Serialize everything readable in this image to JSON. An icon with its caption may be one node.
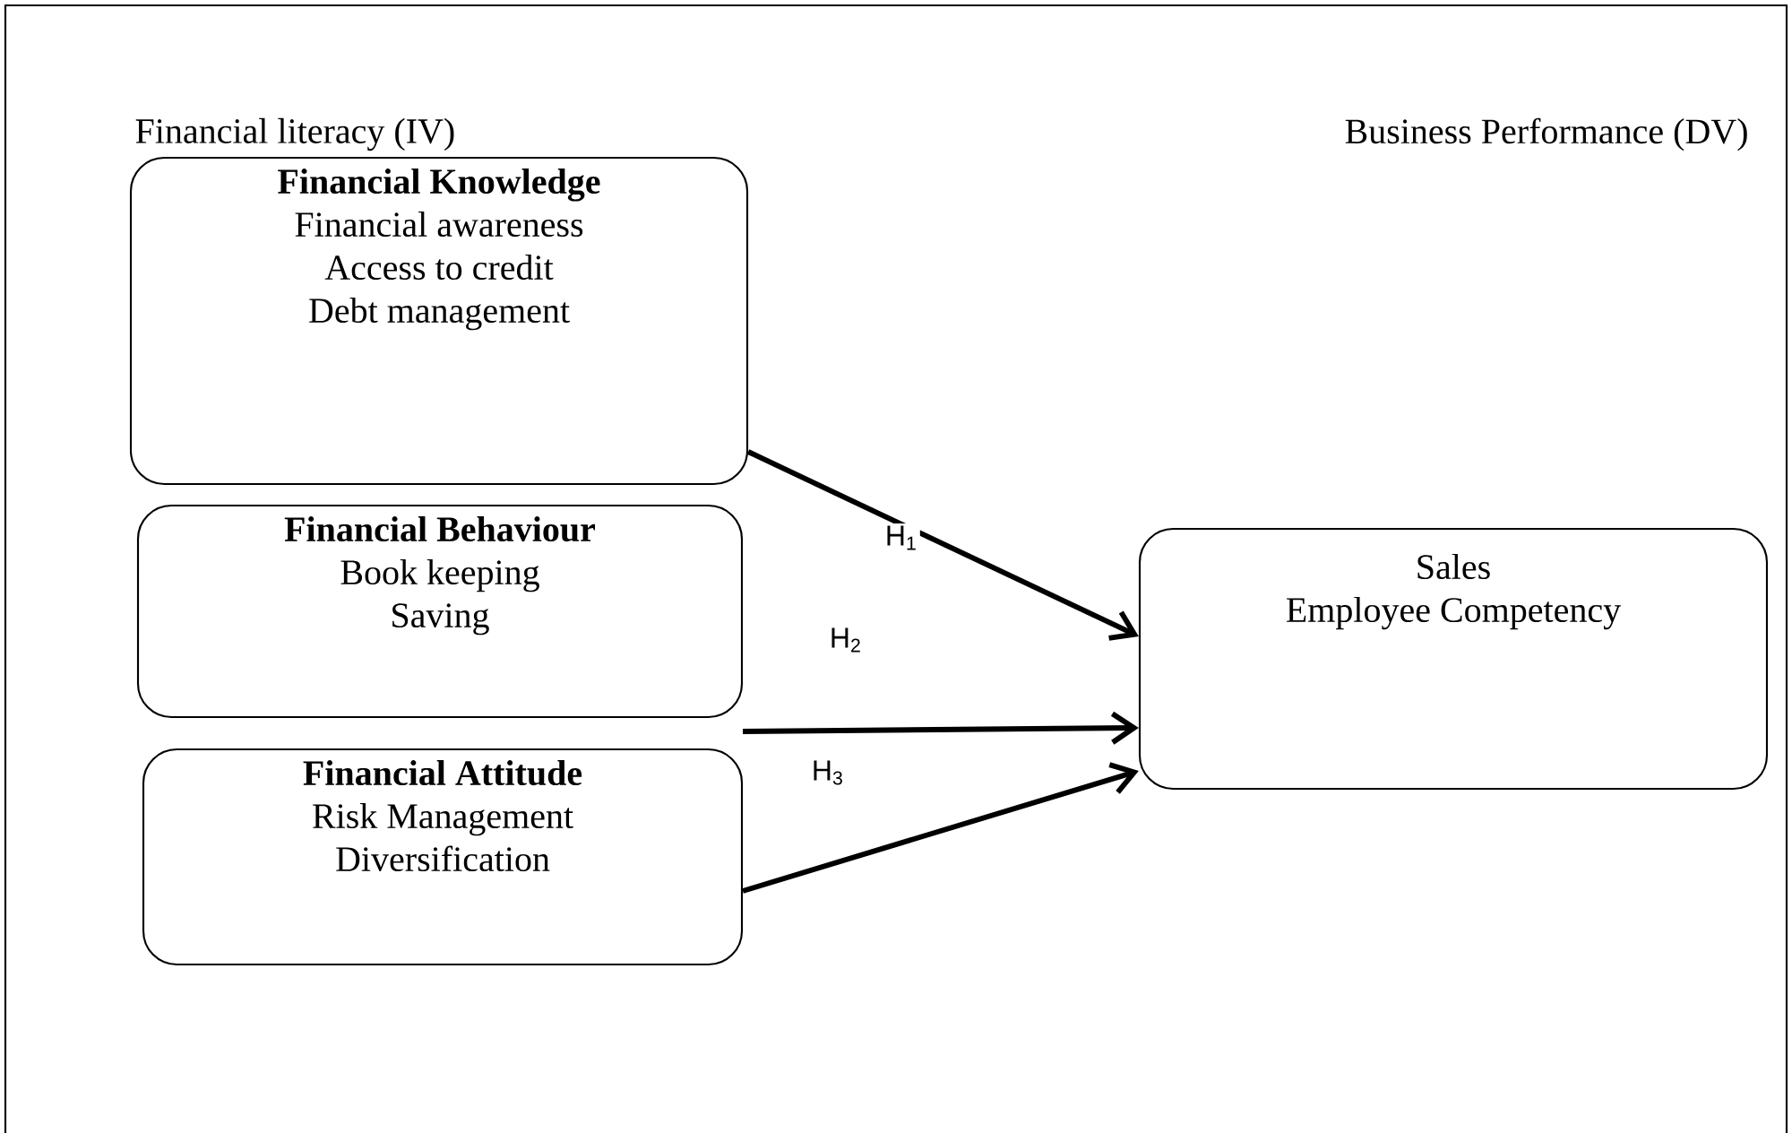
{
  "diagram": {
    "nodes": [
      {
        "text": [
          "Financial Knowledge",
          "Financial awareness",
          "Access to credit",
          "Debt management"
        ]
      },
      {
        "text": [
          "Financial Behaviour",
          "Book keeping",
          "Saving"
        ]
      },
      {
        "text": [
          "Financial Attitude",
          "Risk Management",
          "Diversification"
        ]
      },
      {
        "text": [
          "Sales",
          "Employee Competency"
        ]
      }
    ],
    "edges": [
      {
        "from": 0,
        "to": 3,
        "arrow": "to",
        "label": "H$_{1}$"
      },
      {
        "from": 1,
        "to": 3,
        "arrow": "to",
        "label": "H$_{2}$"
      },
      {
        "from": 2,
        "to": 3,
        "arrow": "to",
        "label": "H$_{3}$"
      }
    ],
    "labels": [
      "Financial literacy (IV)",
      "Business Performance (DV)"
    ]
  }
}
